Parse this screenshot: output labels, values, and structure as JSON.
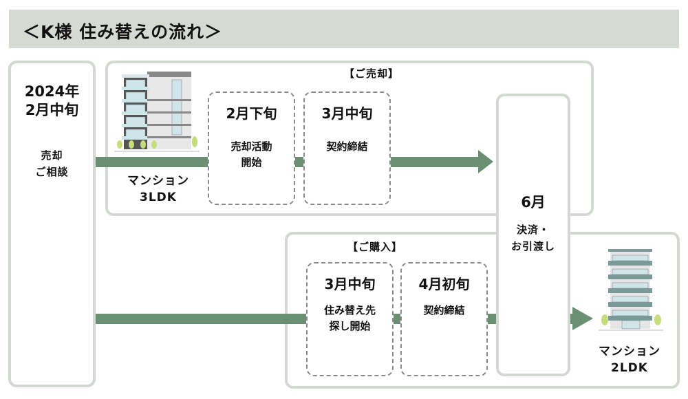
{
  "title": "＜K様 住み替えの流れ＞",
  "start": {
    "year": "2024年",
    "date": "2月中旬",
    "text": [
      "売却",
      "ご相談"
    ]
  },
  "sale": {
    "label": "【ご売却】",
    "steps": [
      {
        "date": "2月下旬",
        "text": [
          "売却活動",
          "開始"
        ]
      },
      {
        "date": "3月中旬",
        "text": [
          "契約締結"
        ]
      }
    ],
    "property": [
      "マンション",
      "3LDK"
    ]
  },
  "purchase": {
    "label": "【ご購入】",
    "steps": [
      {
        "date": "3月中旬",
        "text": [
          "住み替え先",
          "探し開始"
        ]
      },
      {
        "date": "4月初旬",
        "text": [
          "契約締結"
        ]
      }
    ],
    "property": [
      "マンション",
      "2LDK"
    ]
  },
  "settlement": {
    "date": "6月",
    "text": [
      "決済・",
      "お引渡し"
    ]
  },
  "colors": {
    "arrow": "#6a8f72",
    "panel_border": "#d3d8d2",
    "header_bg": "#d5dad3"
  }
}
